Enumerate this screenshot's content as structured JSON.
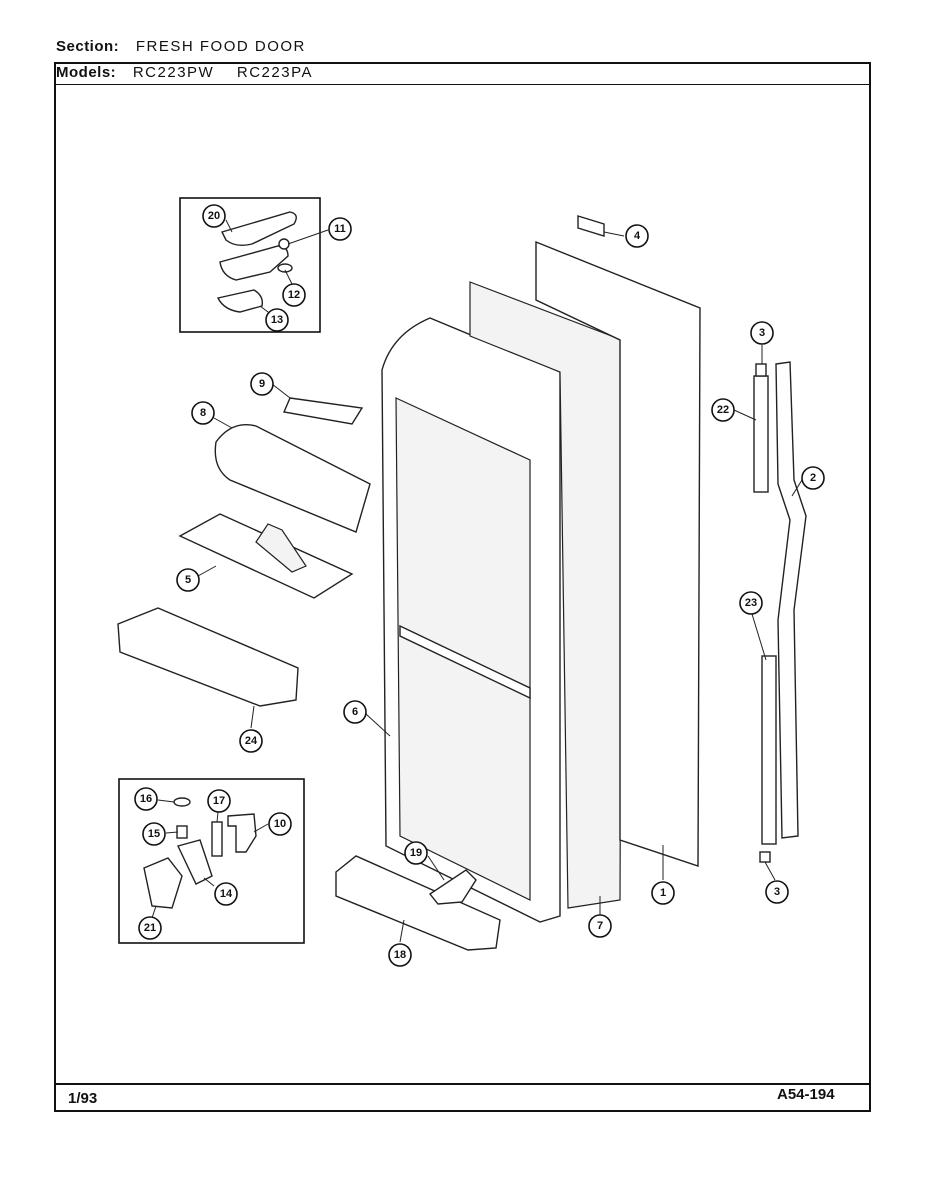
{
  "header": {
    "section_label": "Section:",
    "section_value": "FRESH FOOD DOOR",
    "models_label": "Models:",
    "models": [
      "RC223PW",
      "RC223PA"
    ]
  },
  "footer": {
    "date": "1/93",
    "code": "A54-194"
  },
  "callouts": [
    "1",
    "2",
    "3",
    "3",
    "4",
    "5",
    "6",
    "7",
    "8",
    "9",
    "10",
    "11",
    "12",
    "13",
    "14",
    "15",
    "16",
    "17",
    "18",
    "19",
    "20",
    "21",
    "22",
    "23",
    "24"
  ]
}
